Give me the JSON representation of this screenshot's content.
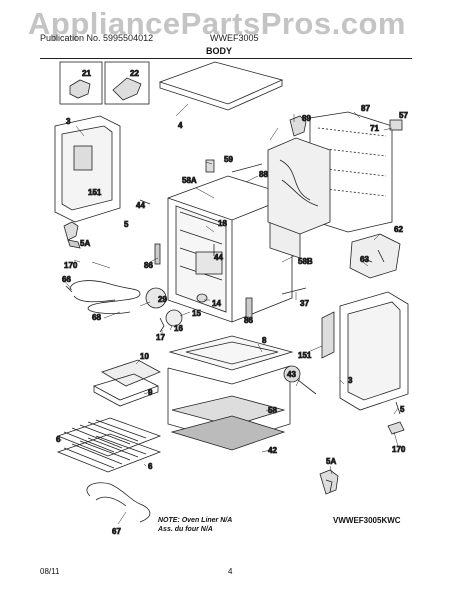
{
  "header": {
    "watermark": "AppliancePartsPros.com",
    "publication": "Publication No. 5995504012",
    "model_series": "WWEF3005",
    "section_title": "BODY"
  },
  "labels": {
    "p21": "21",
    "p22": "22",
    "p4": "4",
    "p89": "89",
    "p87": "87",
    "p71": "71",
    "p57": "57",
    "p3a": "3",
    "p59": "59",
    "p58a": "58A",
    "p88": "88",
    "p151a": "151",
    "p44a": "44",
    "p5a": "5",
    "p18": "18",
    "p62": "62",
    "p5aa": "5A",
    "p170a": "170",
    "p86a": "86",
    "p44b": "44",
    "p58b": "58B",
    "p63": "63",
    "p66": "66",
    "p29": "29",
    "p14": "14",
    "p37": "37",
    "p68": "68",
    "p15": "15",
    "p86b": "86",
    "p16": "16",
    "p17": "17",
    "p151b": "151",
    "p8": "8",
    "p10": "10",
    "p43": "43",
    "p3b": "3",
    "p9": "9",
    "p58": "58",
    "p6a": "6",
    "p42": "42",
    "p6b": "6",
    "p5b": "5",
    "p5ab": "5A",
    "p170b": "170",
    "p67": "67"
  },
  "note": {
    "line1": "NOTE: Oven Liner N/A",
    "line2": "Ass. du four N/A"
  },
  "model_code": "VWWEF3005KWC",
  "footer": {
    "date": "08/11",
    "page": "4"
  }
}
